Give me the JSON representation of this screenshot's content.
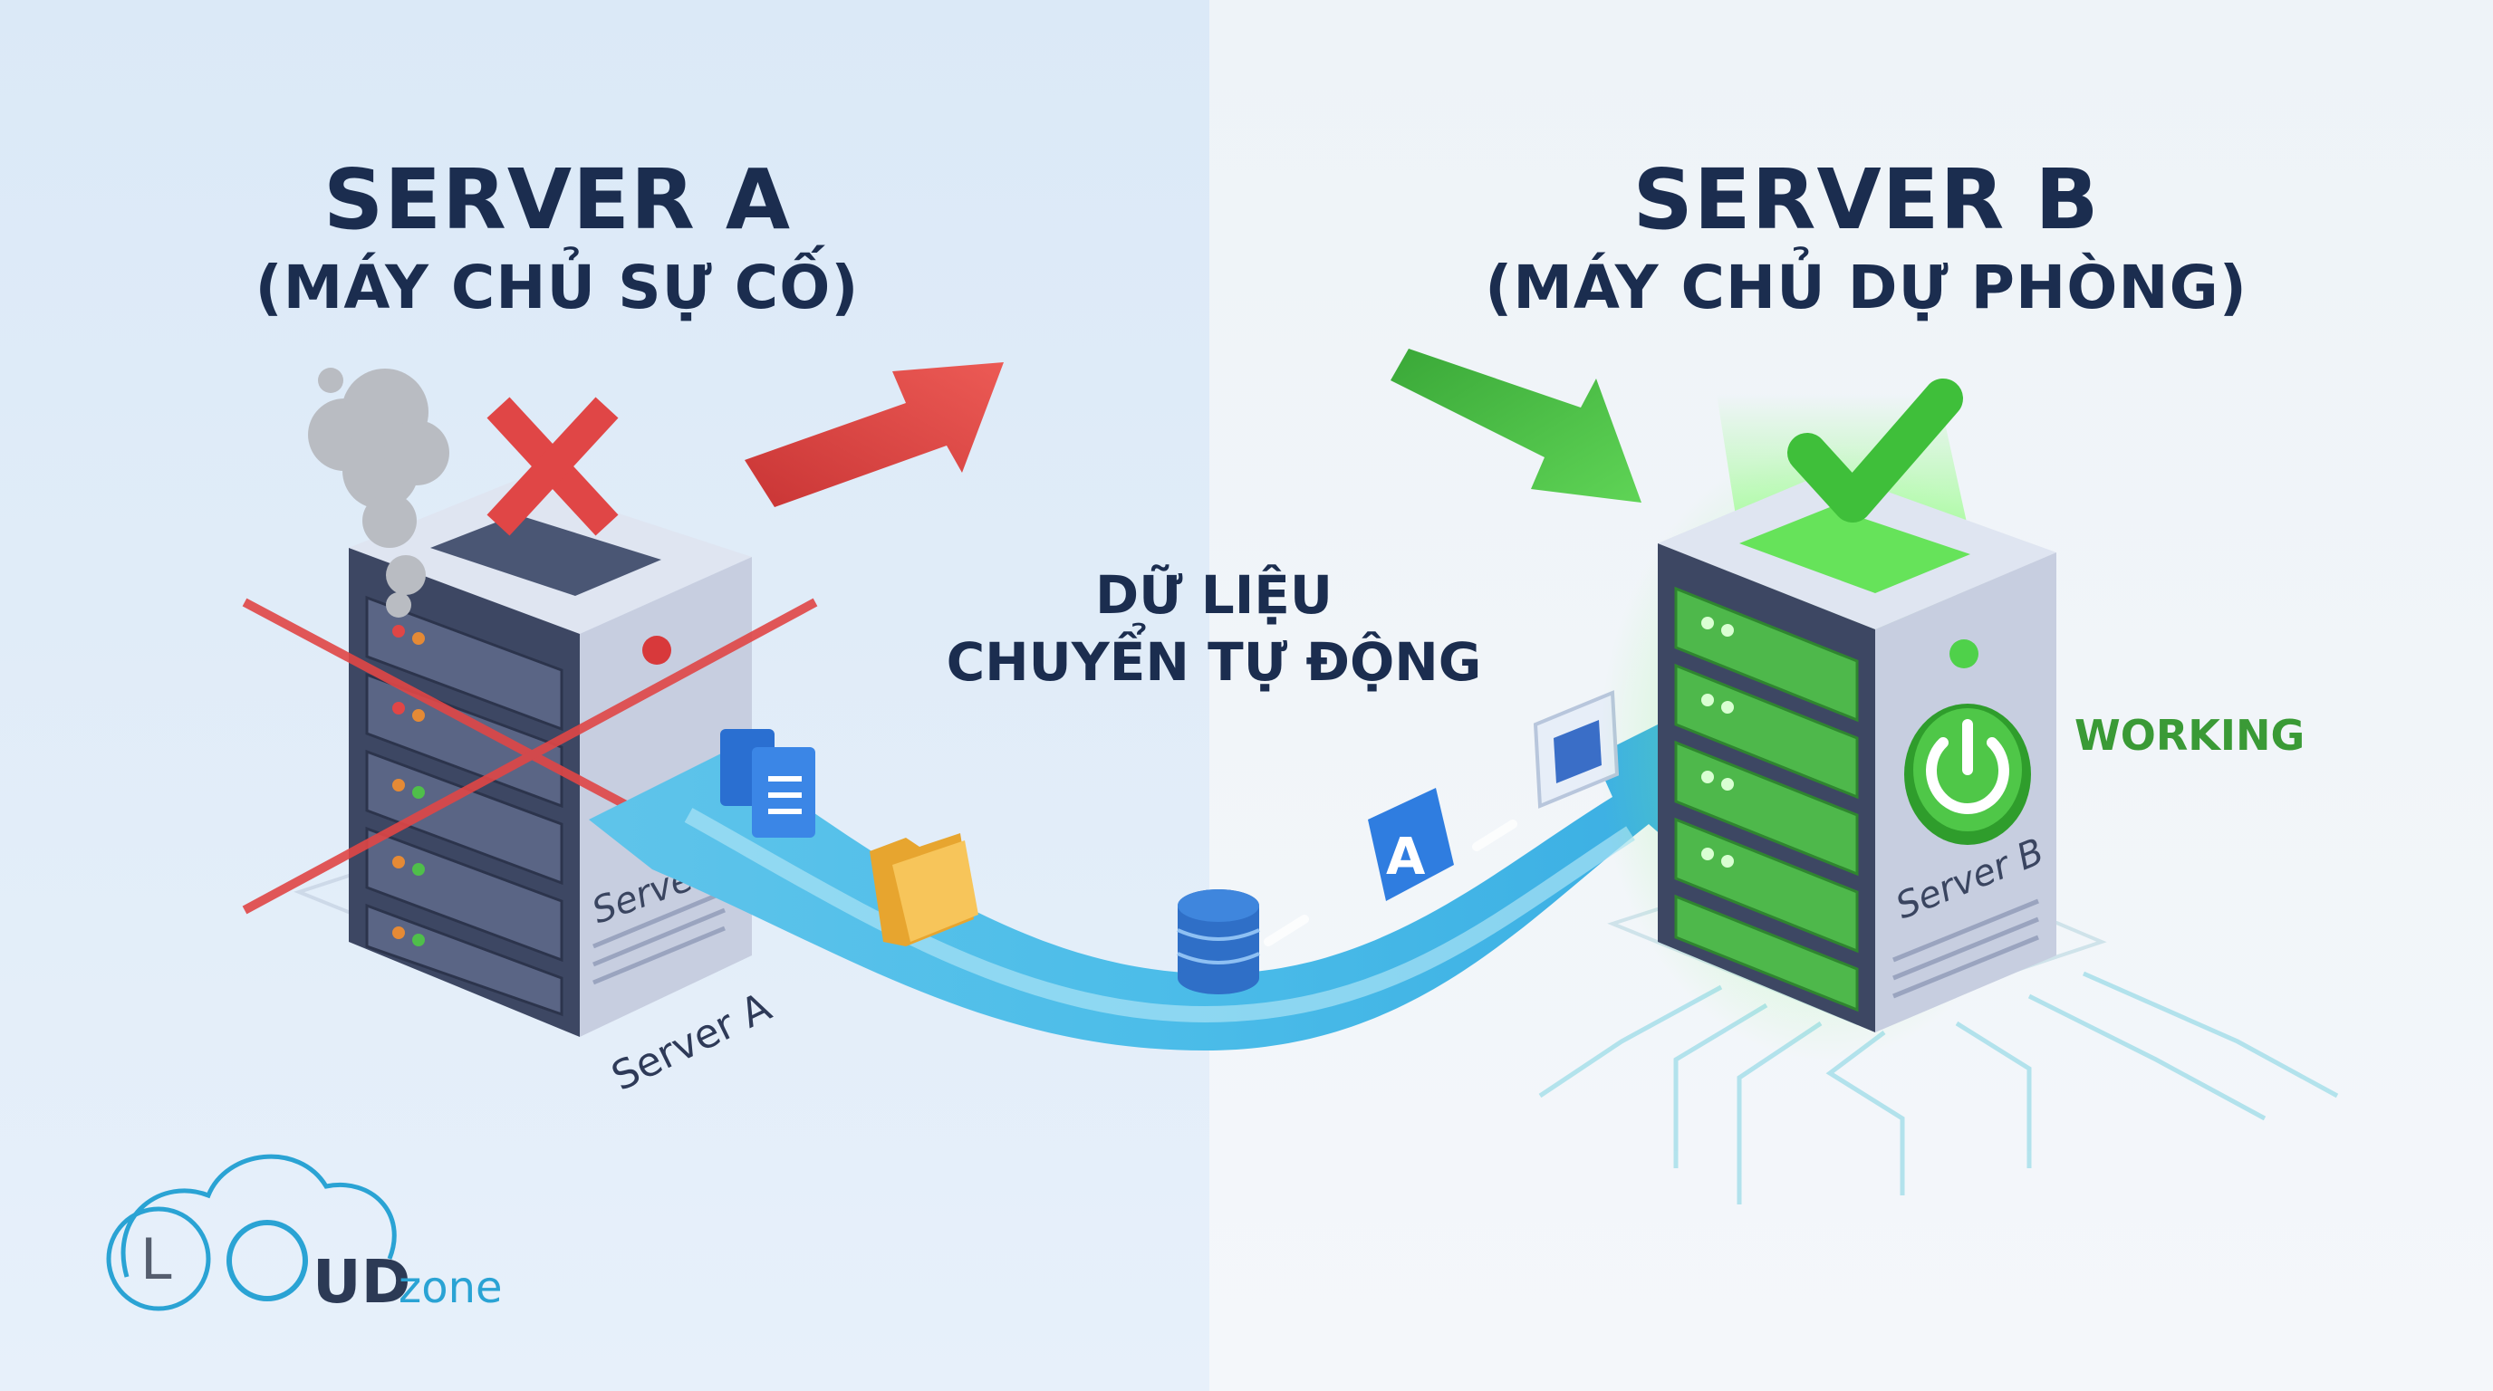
{
  "server_a": {
    "title": "SERVER A",
    "subtitle": "(MÁY CHỦ SỰ CỐ)",
    "label": "Server A",
    "side_label": "Serve",
    "status_mark": "x-mark-icon"
  },
  "server_b": {
    "title": "SERVER B",
    "subtitle": "(MÁY CHỦ DỰ PHÒNG)",
    "label": "Server B",
    "status": "WORKING",
    "status_mark": "check-mark-icon"
  },
  "transfer": {
    "line1": "DỮ LIỆU",
    "line2": "CHUYỂN TỰ ĐỘNG",
    "items": [
      "document-icon",
      "folder-icon",
      "database-icon",
      "app-store-icon",
      "window-icon"
    ]
  },
  "logo": {
    "letter_c": "L",
    "letters_strong": "UD",
    "letters_light": "zone"
  },
  "colors": {
    "navy_text": "#1b2d4f",
    "fail_red": "#e04646",
    "ok_green": "#3fbf3a",
    "flow_blue": "#3fb6e8",
    "logo_blue": "#2aa3d4"
  }
}
